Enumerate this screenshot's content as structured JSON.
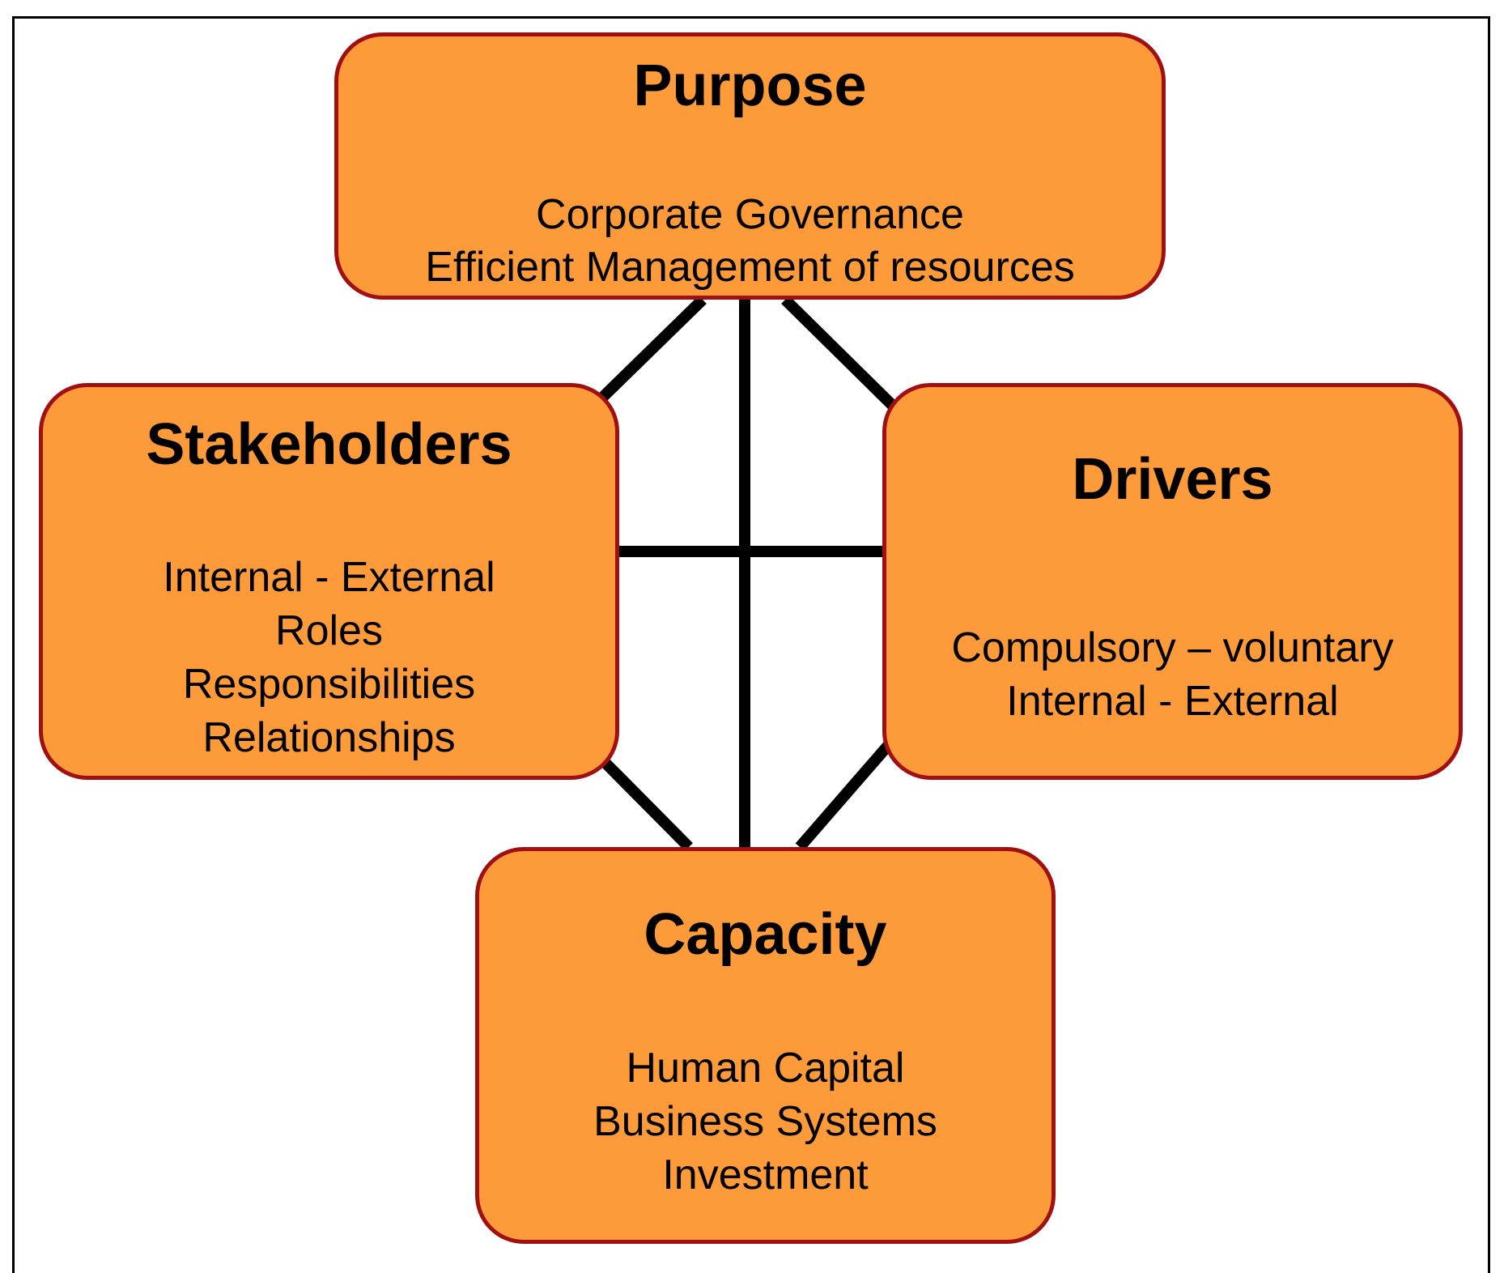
{
  "purpose": {
    "title": "Purpose",
    "lines": [
      "Corporate Governance",
      "Efficient Management of resources"
    ]
  },
  "stakeholders": {
    "title": "Stakeholders",
    "lines": [
      "Internal - External",
      "Roles",
      "Responsibilities",
      "Relationships"
    ]
  },
  "drivers": {
    "title": "Drivers",
    "lines": [
      "Compulsory – voluntary",
      "Internal - External"
    ]
  },
  "capacity": {
    "title": "Capacity",
    "lines": [
      "Human Capital",
      "Business Systems",
      "Investment"
    ]
  },
  "colors": {
    "box_fill": "#fd9a3a",
    "box_border": "#a01010",
    "connector": "#000000"
  }
}
